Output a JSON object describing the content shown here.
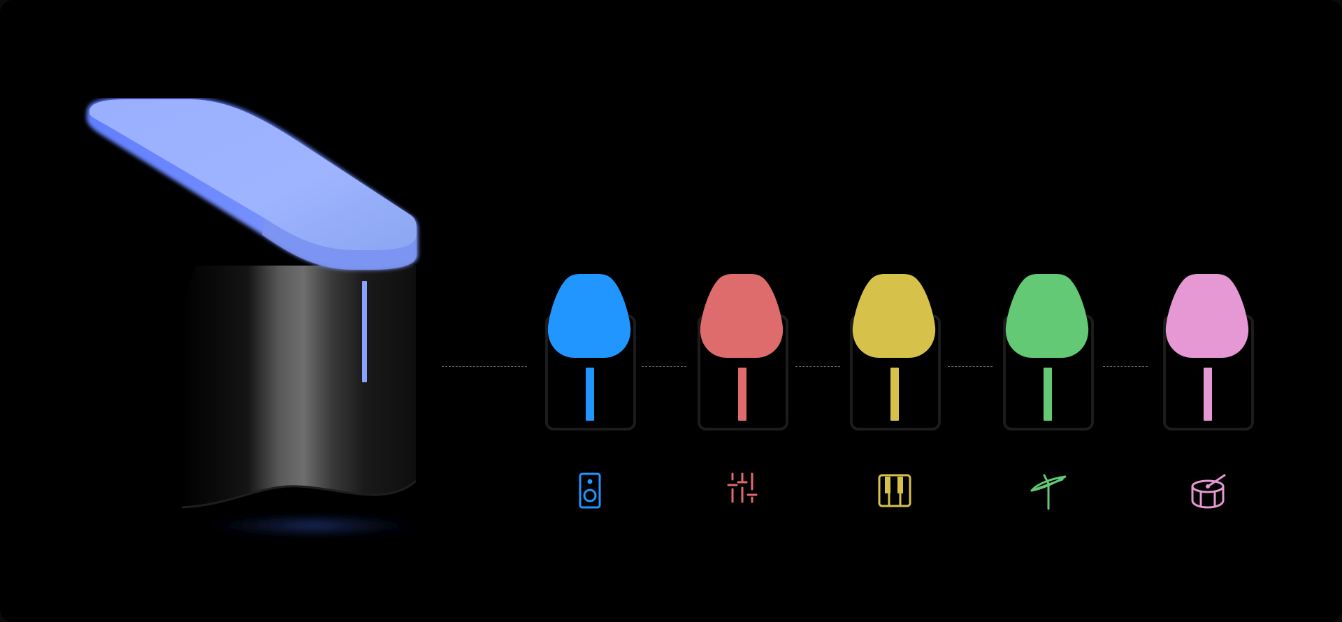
{
  "device": {
    "name": "light-cube-device",
    "glow_color": "#8ea8ff",
    "top_color": "#9fb3ff",
    "indicator_color": "#8aa3ff"
  },
  "channels": [
    {
      "id": "speaker",
      "icon": "speaker-icon",
      "color": "#2196ff"
    },
    {
      "id": "mixer",
      "icon": "sliders-icon",
      "color": "#df6c6c"
    },
    {
      "id": "keys",
      "icon": "piano-keys-icon",
      "color": "#d6c24a"
    },
    {
      "id": "cymbal",
      "icon": "cymbal-icon",
      "color": "#63c974"
    },
    {
      "id": "drum",
      "icon": "drum-icon",
      "color": "#e598d3"
    }
  ]
}
